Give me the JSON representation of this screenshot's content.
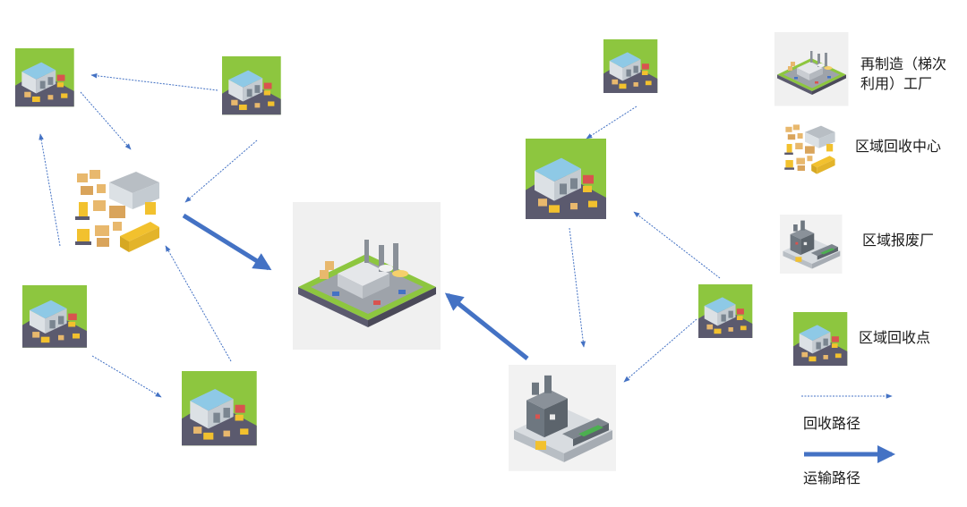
{
  "legend": {
    "factory_label": "再制造（梯次利用）工厂",
    "center_label": "区域回收中心",
    "scrap_label": "区域报废厂",
    "point_label": "区域回收点",
    "recycle_path_label": "回收路径",
    "transport_path_label": "运输路径"
  },
  "colors": {
    "path": "#4472C4",
    "grass": "#8DC63F",
    "road": "#5B5A6E",
    "roof": "#8EC9E6",
    "wall": "#DCE1E5",
    "machine": "#6E7780",
    "box": "#E8B86D",
    "forklift": "#F2C12E"
  }
}
